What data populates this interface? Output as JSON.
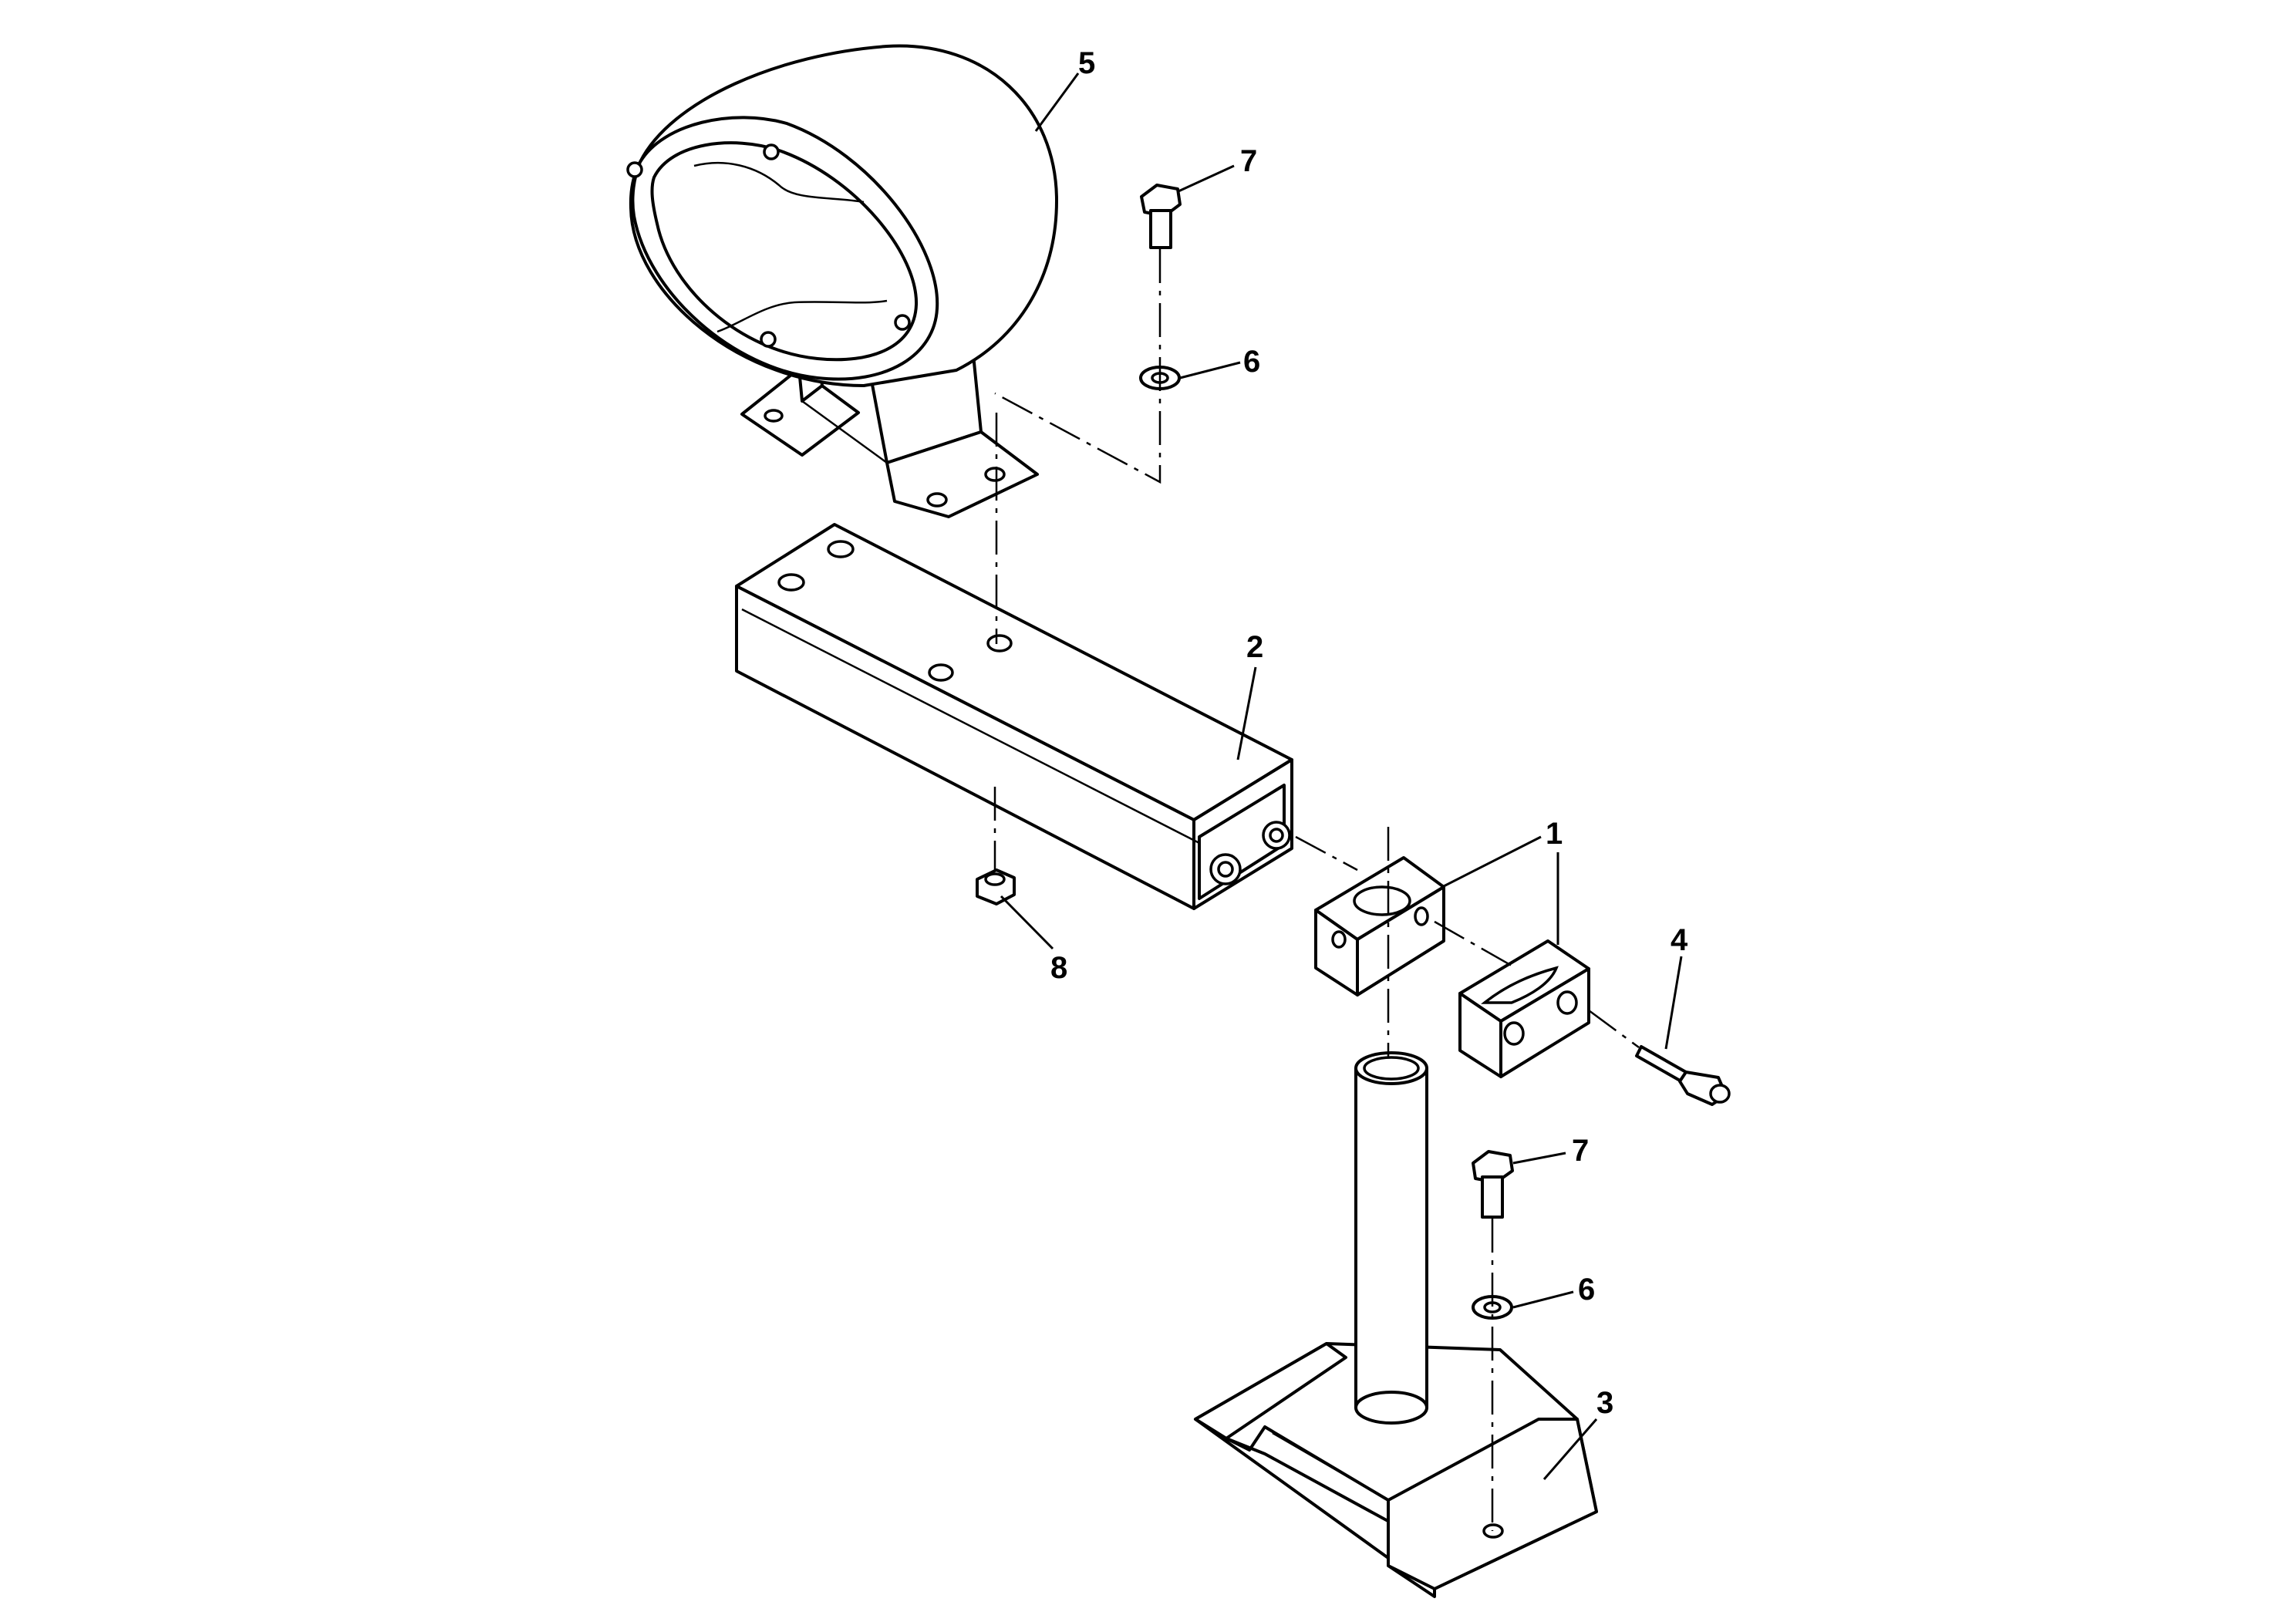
{
  "callouts": [
    {
      "id": "c5a",
      "label": "5"
    },
    {
      "id": "c7a",
      "label": "7"
    },
    {
      "id": "c6a",
      "label": "6"
    },
    {
      "id": "c2",
      "label": "2"
    },
    {
      "id": "c1",
      "label": "1"
    },
    {
      "id": "c4",
      "label": "4"
    },
    {
      "id": "c8",
      "label": "8"
    },
    {
      "id": "c7b",
      "label": "7"
    },
    {
      "id": "c6b",
      "label": "6"
    },
    {
      "id": "c3",
      "label": "3"
    }
  ],
  "colors": {
    "line": "#000000",
    "background": "#ffffff"
  }
}
